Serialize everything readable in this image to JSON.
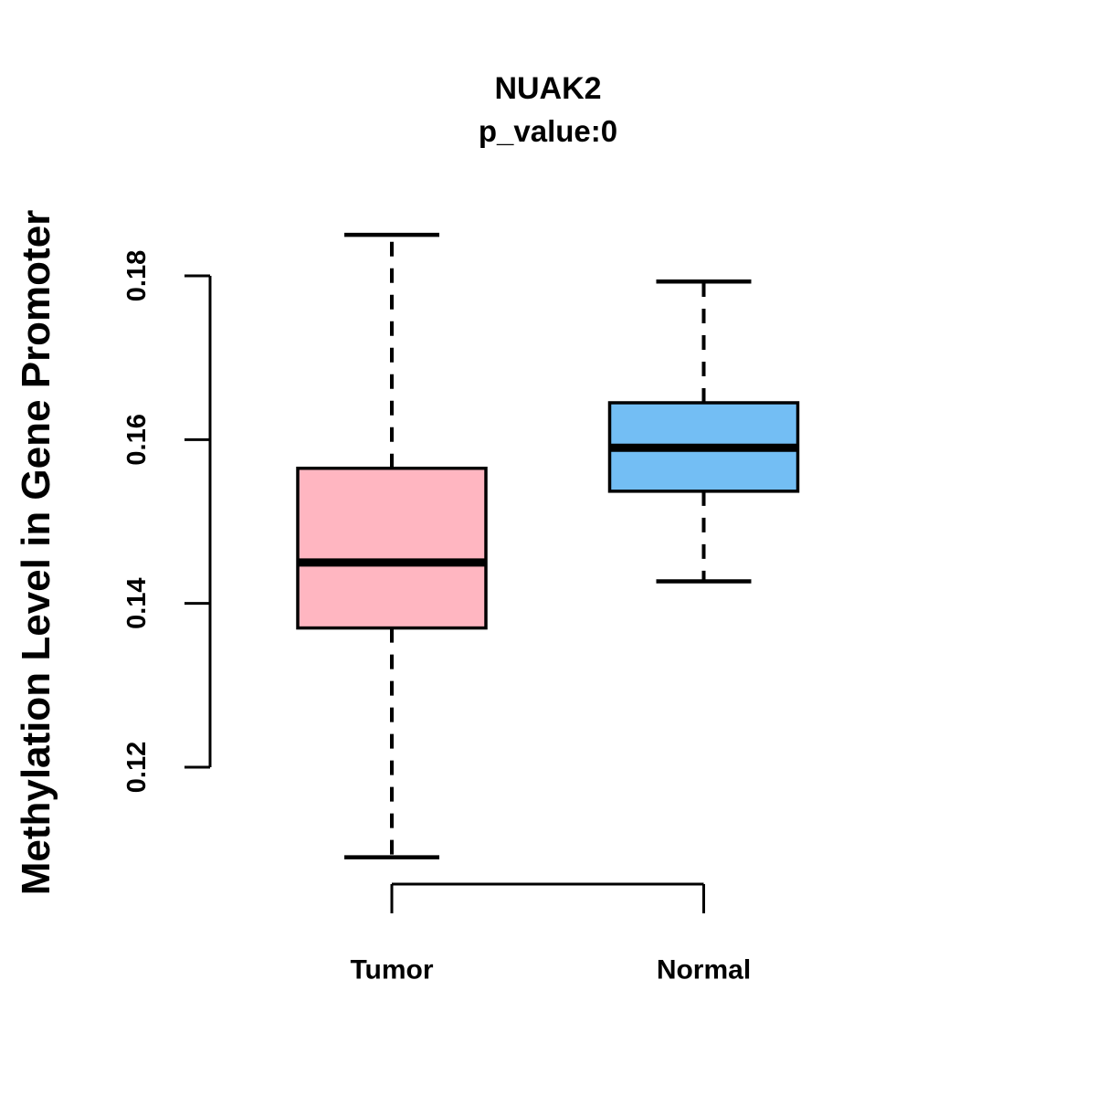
{
  "chart_data": {
    "type": "boxplot",
    "title": "NUAK2",
    "subtitle": "p_value:0",
    "ylabel": "Methylation Level in Gene Promoter",
    "xlabel": "",
    "categories": [
      "Tumor",
      "Normal"
    ],
    "yticks": [
      0.12,
      0.14,
      0.16,
      0.18
    ],
    "ytick_labels": [
      "0.12",
      "0.14",
      "0.16",
      "0.18"
    ],
    "ylim": [
      0.105,
      0.19
    ],
    "grid": false,
    "legend": null,
    "series": [
      {
        "name": "Tumor",
        "fill_color": "#FFB6C1",
        "whisker_low": 0.109,
        "q1": 0.137,
        "median": 0.145,
        "q3": 0.1565,
        "whisker_high": 0.185
      },
      {
        "name": "Normal",
        "fill_color": "#73BEF4",
        "whisker_low": 0.1427,
        "q1": 0.1537,
        "median": 0.159,
        "q3": 0.1645,
        "whisker_high": 0.1793
      }
    ],
    "stroke_color": "#000000",
    "background_color": "#FFFFFF"
  }
}
